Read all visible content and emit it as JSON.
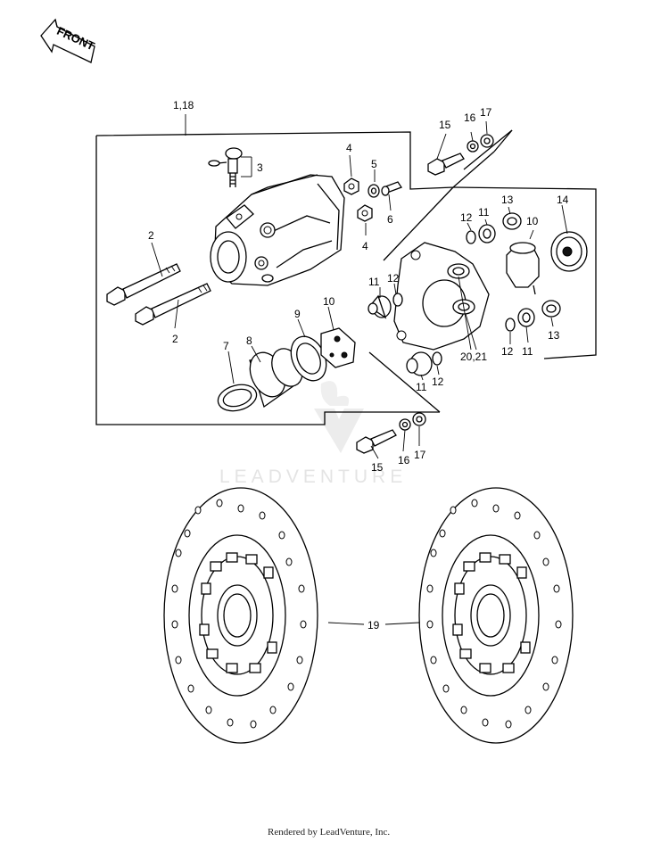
{
  "front_label": "FRONT",
  "watermark": "LEADVENTURE",
  "footer": "Rendered by LeadVenture, Inc.",
  "callouts": {
    "c1_18": "1,18",
    "c2_top": "2",
    "c2_bot": "2",
    "c3": "3",
    "c4_top": "4",
    "c4_bot": "4",
    "c5": "5",
    "c6": "6",
    "c7": "7",
    "c8": "8",
    "c9": "9",
    "c10_left": "10",
    "c10_right": "10",
    "c11_a": "11",
    "c11_b": "11",
    "c11_c": "11",
    "c11_d": "11",
    "c12_a": "12",
    "c12_b": "12",
    "c12_c": "12",
    "c12_d": "12",
    "c13_top": "13",
    "c13_bot": "13",
    "c14": "14",
    "c15_top": "15",
    "c15_bot": "15",
    "c16_top": "16",
    "c16_bot": "16",
    "c17_top": "17",
    "c17_bot": "17",
    "c19": "19",
    "c20_21": "20,21"
  }
}
